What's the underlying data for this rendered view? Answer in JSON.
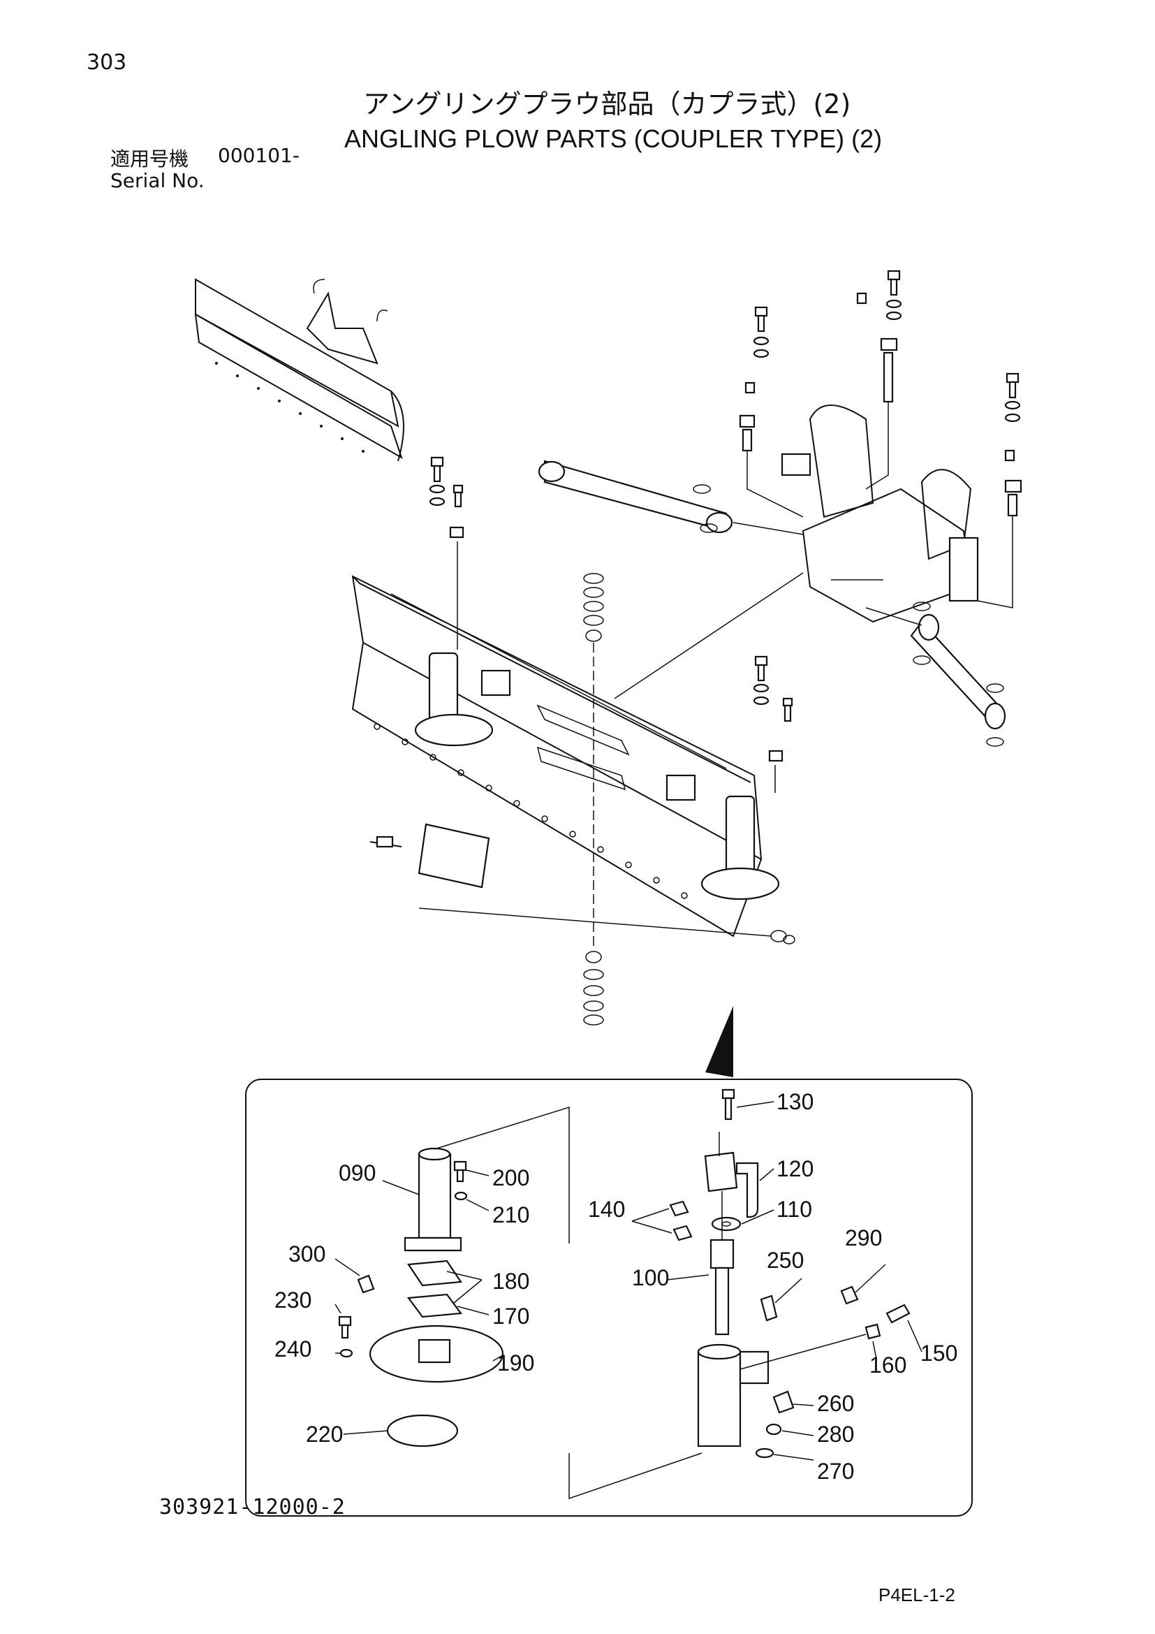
{
  "header": {
    "page_number": "303",
    "title_jp": "アングリングプラウ部品（カプラ式）(2)",
    "title_en": "ANGLING PLOW PARTS (COUPLER TYPE) (2)",
    "serial_label_jp": "適用号機",
    "serial_value": "000101-",
    "serial_label_en": "Serial No."
  },
  "callouts": {
    "c090": "090",
    "c100": "100",
    "c110": "110",
    "c120": "120",
    "c130": "130",
    "c140": "140",
    "c150": "150",
    "c160": "160",
    "c170": "170",
    "c180": "180",
    "c190": "190",
    "c200": "200",
    "c210": "210",
    "c220": "220",
    "c230": "230",
    "c240": "240",
    "c250": "250",
    "c260": "260",
    "c270": "270",
    "c280": "280",
    "c290": "290",
    "c300": "300"
  },
  "footer": {
    "drawing_number": "303921-12000-2",
    "page_code": "P4EL-1-2"
  }
}
